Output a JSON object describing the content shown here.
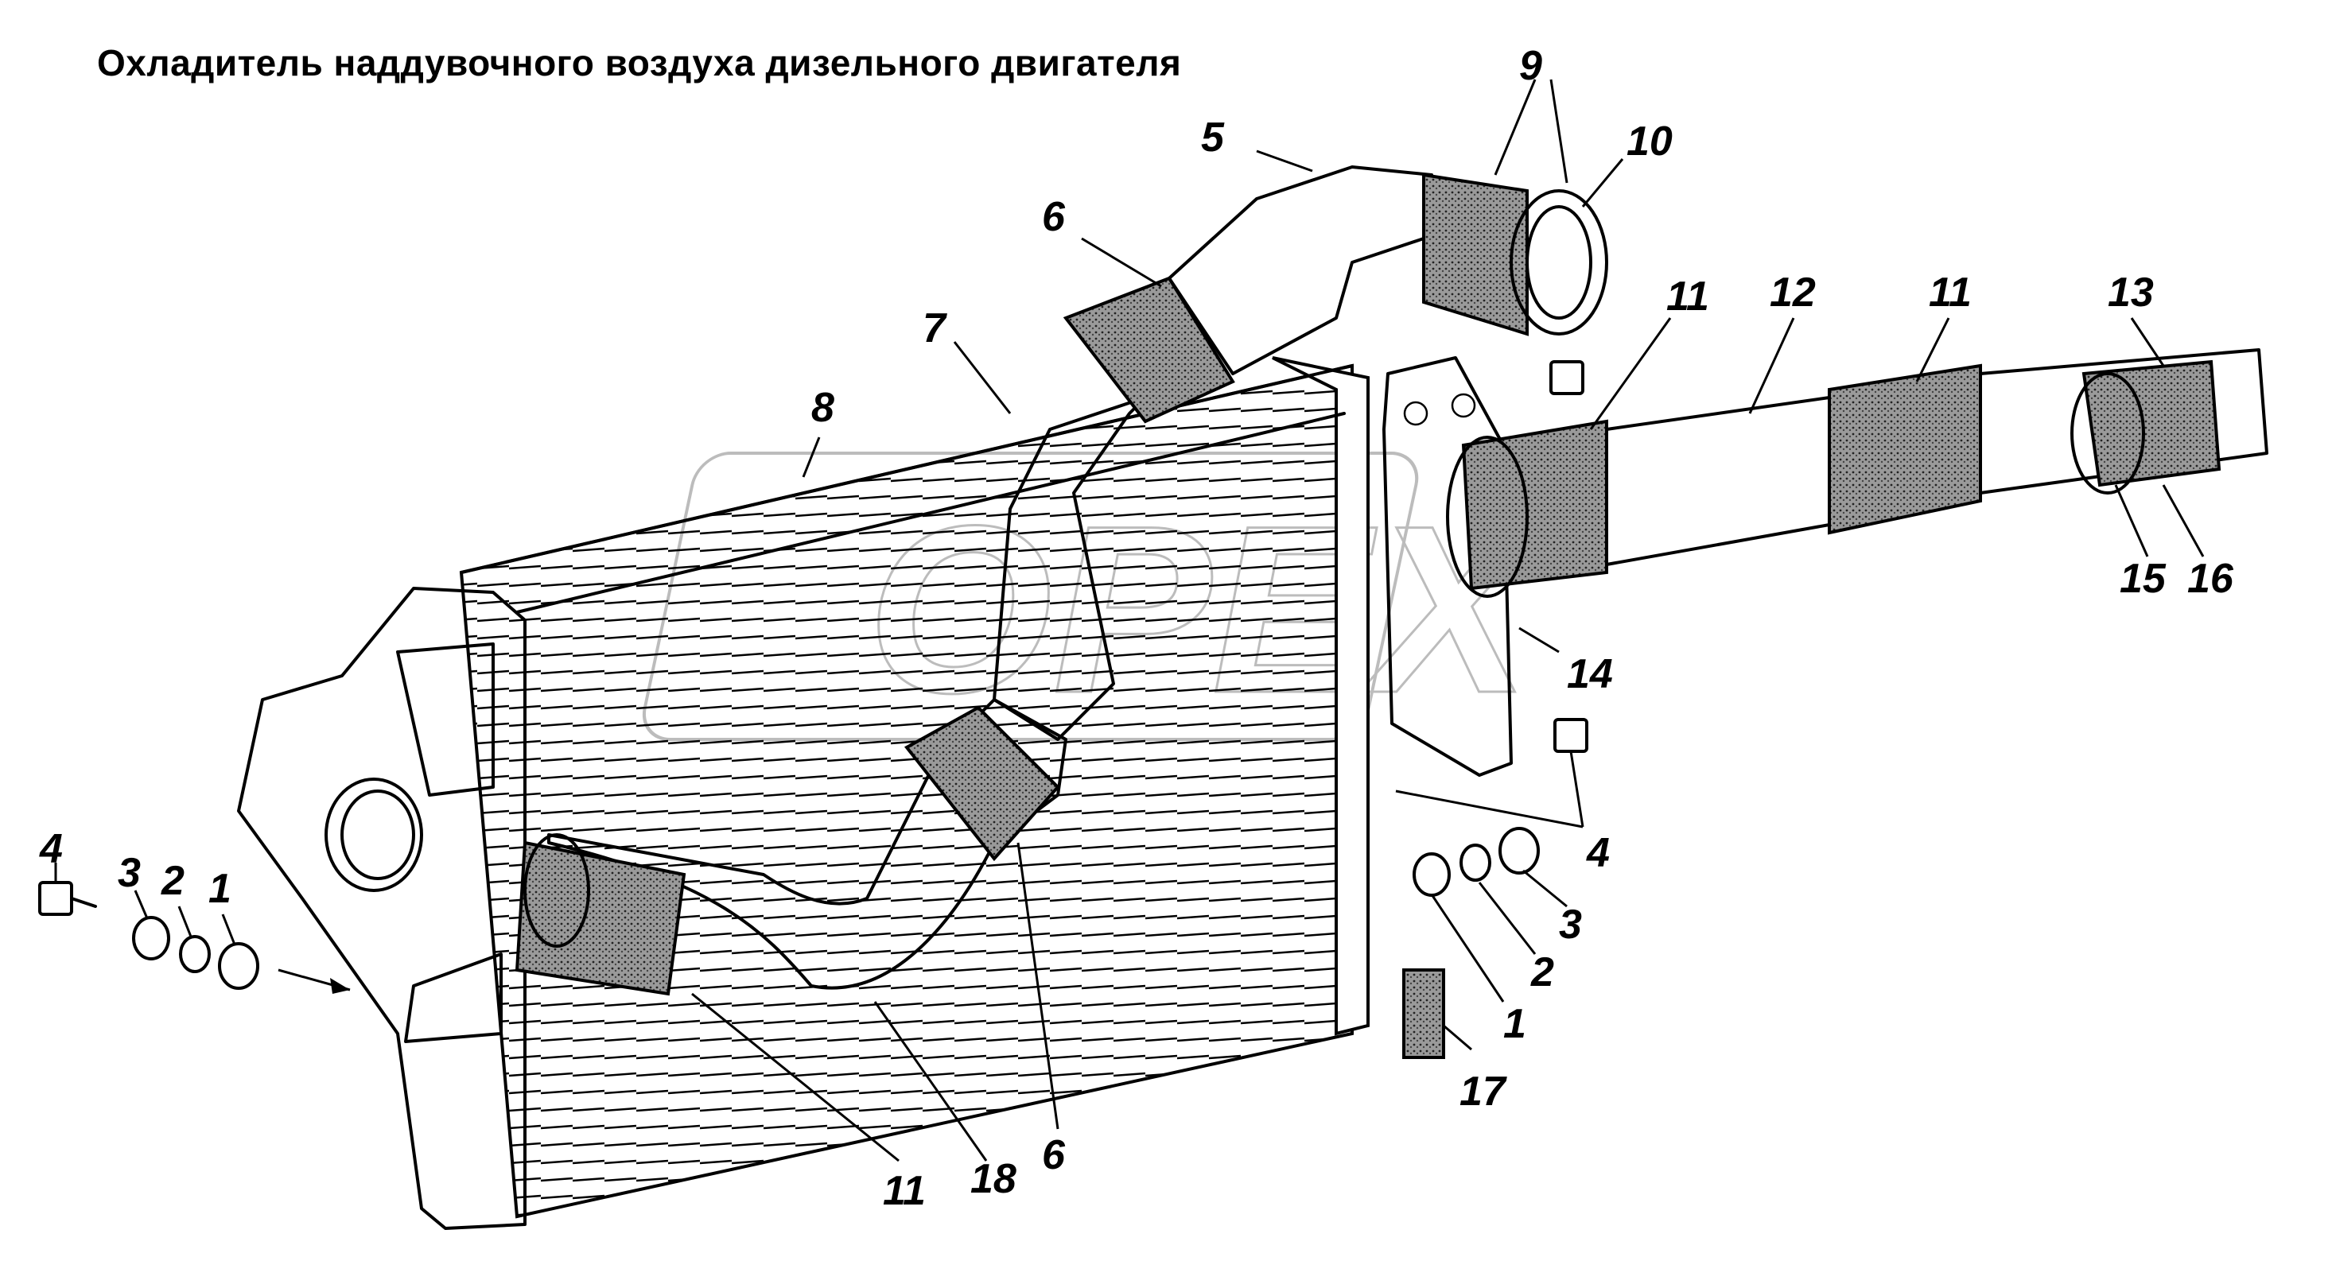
{
  "title": "Охладитель наддувочного воздуха дизельного двигателя",
  "watermark": "ОРЕХ",
  "colors": {
    "ink": "#000000",
    "background": "#ffffff",
    "watermark": "#b5b5b5"
  },
  "callouts": {
    "c1_left": "1",
    "c2_left": "2",
    "c3_left": "3",
    "c4_left": "4",
    "c5": "5",
    "c6_top": "6",
    "c7": "7",
    "c8": "8",
    "c9": "9",
    "c10": "10",
    "c11_a": "11",
    "c12": "12",
    "c11_b": "11",
    "c13": "13",
    "c14": "14",
    "c15": "15",
    "c16": "16",
    "c4_right": "4",
    "c3_right": "3",
    "c2_right": "2",
    "c1_right": "1",
    "c17": "17",
    "c11_bottom": "11",
    "c18": "18",
    "c6_bottom": "6"
  }
}
